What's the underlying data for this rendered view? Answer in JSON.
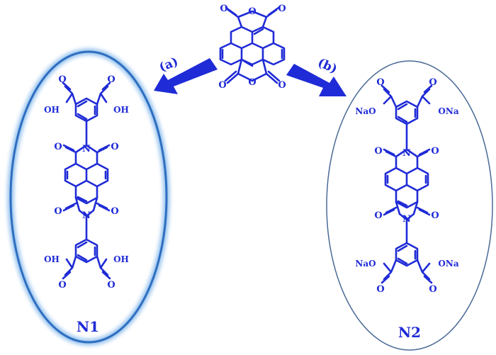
{
  "steps": {
    "a": "(a)",
    "b": "(b)"
  },
  "compounds": {
    "n1": {
      "name": "N1",
      "acid_group": "OH"
    },
    "n2": {
      "name": "N2",
      "salt_group_left": "NaO",
      "salt_group_right": "ONa"
    }
  },
  "atoms": {
    "oxygen": "O",
    "nitrogen": "N"
  },
  "colors": {
    "ink": "#1f2bd6",
    "glow": "#3d8fe0",
    "outline": "#4a6a96"
  }
}
